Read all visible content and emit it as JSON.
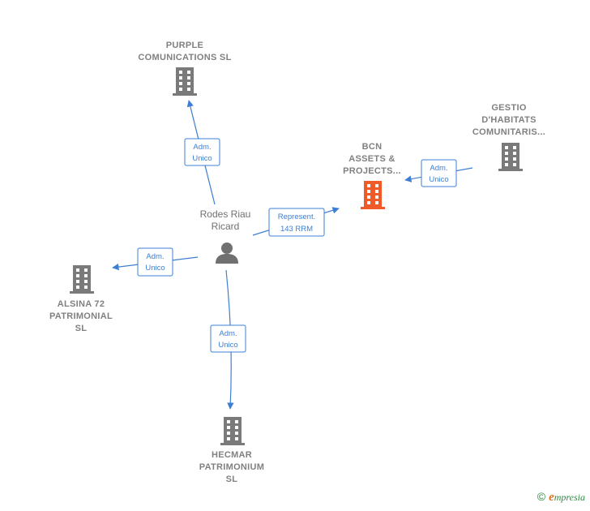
{
  "colors": {
    "edge": "#3d7fd3",
    "building_gray": "#7a7a7a",
    "building_highlight": "#f05a28",
    "person": "#707070",
    "label": "#808080"
  },
  "nodes": {
    "purple": {
      "lines": [
        "PURPLE",
        "COMUNICATIONS SL"
      ],
      "icon": "building-icon"
    },
    "bcn": {
      "lines": [
        "BCN",
        "ASSETS &",
        "PROJECTS..."
      ],
      "icon": "building-icon",
      "highlighted": true
    },
    "gestio": {
      "lines": [
        "GESTIO",
        "D'HABITATS",
        "COMUNITARIS..."
      ],
      "icon": "building-icon"
    },
    "alsina": {
      "lines": [
        "ALSINA 72",
        "PATRIMONIAL",
        "SL"
      ],
      "icon": "building-icon"
    },
    "hecmar": {
      "lines": [
        "HECMAR",
        "PATRIMONIUM",
        "SL"
      ],
      "icon": "building-icon"
    },
    "person": {
      "lines": [
        "Rodes Riau",
        "Ricard"
      ],
      "icon": "person-icon"
    }
  },
  "edges": [
    {
      "from": "person",
      "to": "purple",
      "lines": [
        "Adm.",
        "Unico"
      ]
    },
    {
      "from": "person",
      "to": "bcn",
      "lines": [
        "Represent.",
        "143 RRM"
      ]
    },
    {
      "from": "gestio",
      "to": "bcn",
      "lines": [
        "Adm.",
        "Unico"
      ]
    },
    {
      "from": "person",
      "to": "alsina",
      "lines": [
        "Adm.",
        "Unico"
      ]
    },
    {
      "from": "person",
      "to": "hecmar",
      "lines": [
        "Adm.",
        "Unico"
      ]
    }
  ],
  "watermark": {
    "copyright": "©",
    "brand_first": "e",
    "brand_rest": "mpresia"
  }
}
